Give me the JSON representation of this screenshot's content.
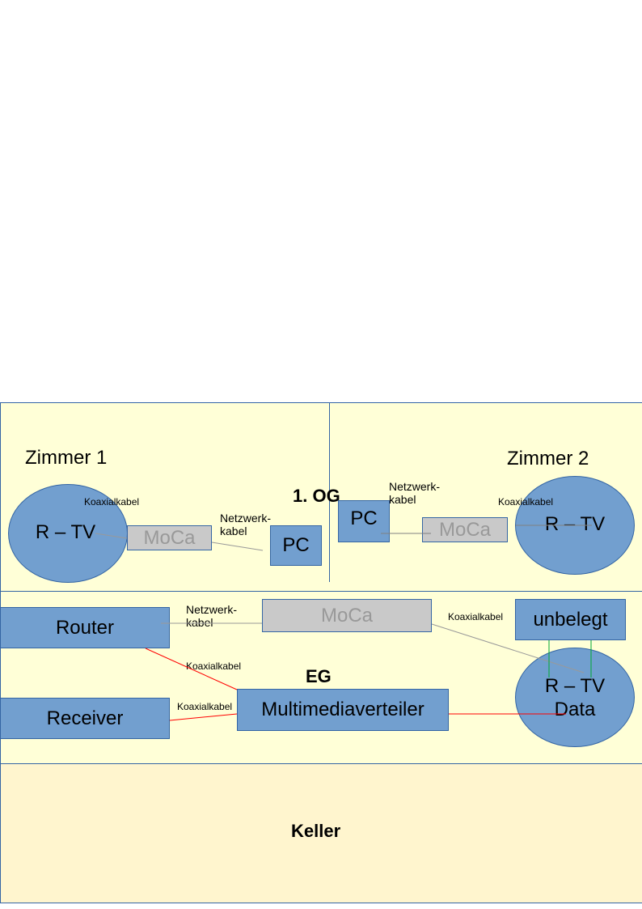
{
  "floors": {
    "og": {
      "label": "1. OG",
      "color": "#ffffd7"
    },
    "eg": {
      "label": "EG",
      "color": "#ffffd7"
    },
    "keller": {
      "label": "Keller",
      "color": "#fff5ce"
    }
  },
  "rooms": {
    "zimmer1": {
      "label": "Zimmer 1",
      "rtv": "R – TV",
      "moca": "MoCa",
      "pc": "PC",
      "coax_label": "Koaxialkabel",
      "network_label": "Netzwerk-\nkabel"
    },
    "zimmer2": {
      "label": "Zimmer 2",
      "rtv": "R – TV",
      "moca": "MoCa",
      "pc": "PC",
      "coax_label": "Koaxialkabel",
      "network_label": "Netzwerk-\nkabel"
    }
  },
  "eg": {
    "router": "Router",
    "receiver": "Receiver",
    "moca": "MoCa",
    "multimedia": "Multimediaverteiler",
    "unbelegt": "unbelegt",
    "rtv_data": "R – TV\nData",
    "network_label": "Netzwerk-\nkabel",
    "coax_moca_label": "Koaxialkabel",
    "coax_router_label": "Koaxialkabel",
    "coax_receiver_label": "Koaxialkabel"
  },
  "colors": {
    "device_fill": "#729fcf",
    "device_border": "#3465a4",
    "moca_fill": "#c9c9c9",
    "moca_text": "#999999",
    "coax_red": "#ff0000",
    "network_gray": "#999999",
    "green_link": "#00a933"
  }
}
